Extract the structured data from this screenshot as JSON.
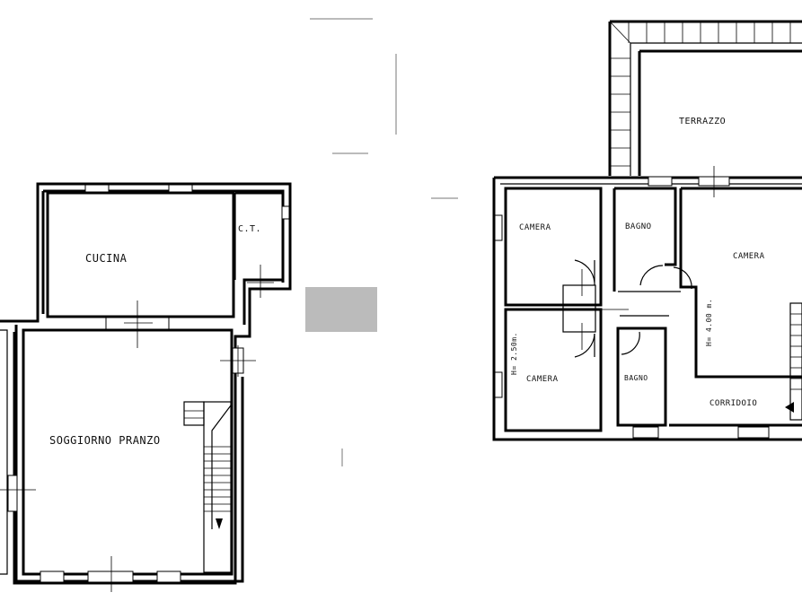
{
  "rooms": {
    "cucina": "CUCINA",
    "ct": "C.T.",
    "soggiorno": "SOGGIORNO PRANZO",
    "terrazzo": "TERRAZZO",
    "camera_top_left": "CAMERA",
    "bagno_top": "BAGNO",
    "camera_big": "CAMERA",
    "camera_bottom_left": "CAMERA",
    "bagno_bottom": "BAGNO",
    "corridoio": "CORRIDOIO"
  },
  "heights": {
    "h_250": "H= 2.50m.",
    "h_400": "H= 4.00 m."
  }
}
